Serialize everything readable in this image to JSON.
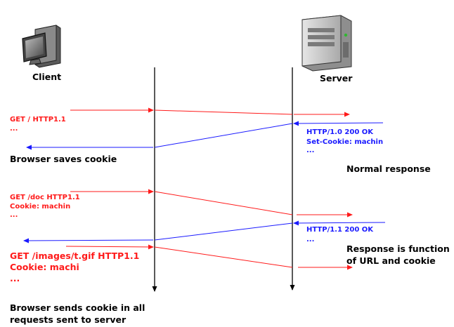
{
  "actors": {
    "client": "Client",
    "server": "Server"
  },
  "client_icon": "desktop-computer-icon",
  "server_icon": "server-tower-icon",
  "requests": {
    "req1": [
      "GET / HTTP1.1",
      "..."
    ],
    "req2": [
      "GET /doc HTTP1.1",
      "Cookie: machin",
      "..."
    ],
    "req3": [
      "GET /images/t.gif HTTP1.1",
      "Cookie: machi",
      "..."
    ]
  },
  "responses": {
    "resp1": [
      "HTTP/1.0 200 OK",
      "Set-Cookie: machin",
      "..."
    ],
    "resp2": [
      "HTTP/1.1 200 OK",
      "..."
    ]
  },
  "notes": {
    "browser_saves": "Browser saves  cookie",
    "normal_response": "Normal response",
    "response_function": [
      "Response is function",
      "of URL and cookie"
    ],
    "browser_sends": [
      "Browser sends cookie in all",
      "requests sent to server"
    ]
  },
  "colors": {
    "request": "#ff1a1a",
    "response": "#1a1aff",
    "lifeline": "#000000"
  }
}
